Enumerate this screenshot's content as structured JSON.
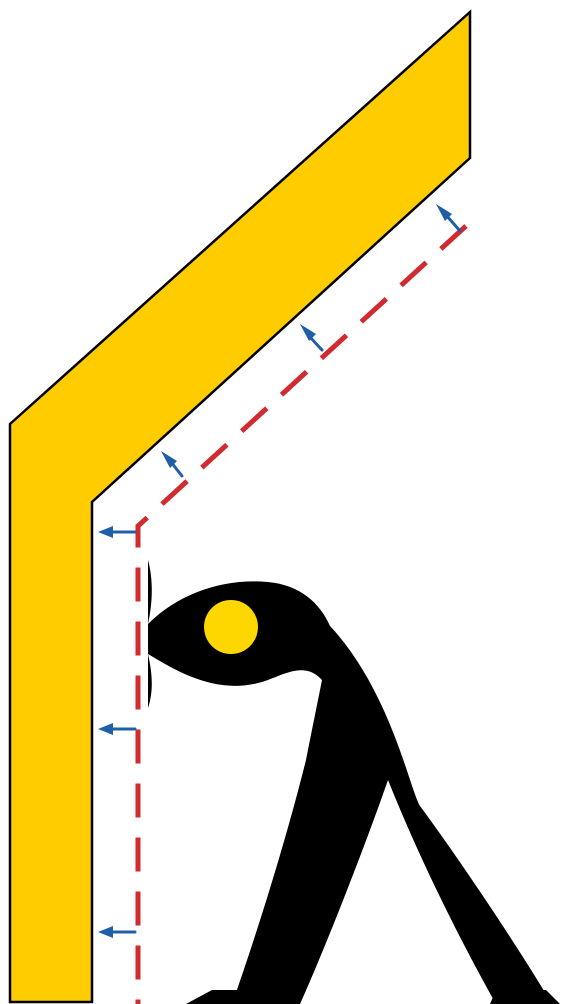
{
  "colors": {
    "background": "#ffffff",
    "wall_fill": "#ffcc00",
    "wall_stroke": "#000000",
    "offset_line": "#d12a2f",
    "arrows": "#1f5fa8",
    "figure": "#000000",
    "figure_eye": "#ffd700"
  },
  "icons": {
    "wall": "bent-wall-shape",
    "offset_line": "dashed-offset-line",
    "arrows": "arrow-icon",
    "figure": "bent-over-person-figure",
    "eye": "circle-icon"
  }
}
